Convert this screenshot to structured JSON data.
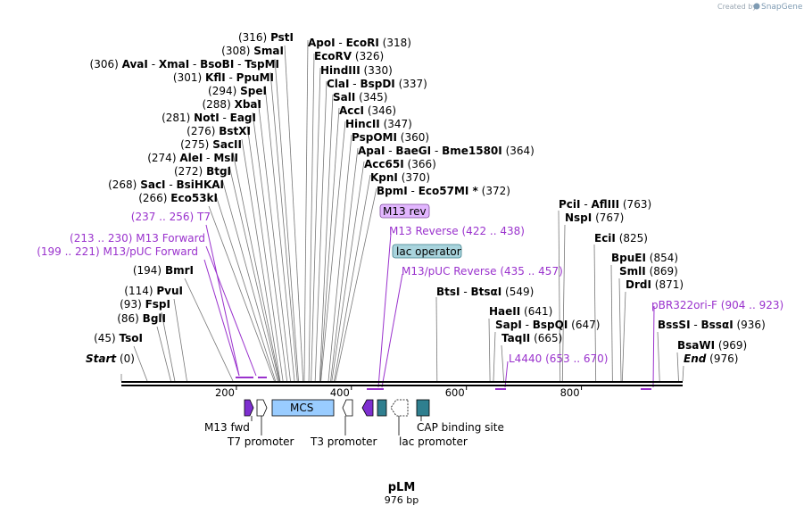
{
  "credit": {
    "prefix": "Created by",
    "brand": "SnapGene"
  },
  "plasmid": {
    "name": "pLM",
    "length_label": "976 bp"
  },
  "colors": {
    "primer": "#9a32cd",
    "mcs": "#99ccff",
    "promoter_fill": "#ffffff",
    "primer_bind_fill": "#7e2fd0",
    "operator_fill": "#2f7f8f",
    "badge_mcs": "#e2b6ff",
    "badge_lac": "#a9d4dd"
  },
  "axis": {
    "ticks": [
      "200",
      "400",
      "600",
      "800"
    ]
  },
  "sites": [
    {
      "pos": 0,
      "parts": [
        {
          "t": "Start",
          "i": true
        }
      ]
    },
    {
      "pos": 45,
      "parts": [
        {
          "t": "TsoI",
          "b": true
        }
      ]
    },
    {
      "pos": 86,
      "parts": [
        {
          "t": "BglI",
          "b": true
        }
      ]
    },
    {
      "pos": 93,
      "parts": [
        {
          "t": "FspI",
          "b": true
        }
      ]
    },
    {
      "pos": 114,
      "parts": [
        {
          "t": "PvuI",
          "b": true
        }
      ]
    },
    {
      "pos": 194,
      "parts": [
        {
          "t": "BmrI",
          "b": true
        }
      ]
    },
    {
      "pos": 266,
      "parts": [
        {
          "t": "Eco53kI",
          "b": true
        }
      ]
    },
    {
      "pos": 268,
      "parts": [
        {
          "t": "SacI",
          "b": true
        },
        {
          "t": " - "
        },
        {
          "t": "BsiHKAI",
          "b": true
        }
      ]
    },
    {
      "pos": 272,
      "parts": [
        {
          "t": "BtgI",
          "b": true
        }
      ]
    },
    {
      "pos": 274,
      "parts": [
        {
          "t": "AleI",
          "b": true
        },
        {
          "t": " - "
        },
        {
          "t": "MslI",
          "b": true
        }
      ]
    },
    {
      "pos": 275,
      "parts": [
        {
          "t": "SacII",
          "b": true
        }
      ]
    },
    {
      "pos": 276,
      "parts": [
        {
          "t": "BstXI",
          "b": true
        }
      ]
    },
    {
      "pos": 281,
      "parts": [
        {
          "t": "NotI",
          "b": true
        },
        {
          "t": " - "
        },
        {
          "t": "EagI",
          "b": true
        }
      ]
    },
    {
      "pos": 288,
      "parts": [
        {
          "t": "XbaI",
          "b": true
        }
      ]
    },
    {
      "pos": 294,
      "parts": [
        {
          "t": "SpeI",
          "b": true
        }
      ]
    },
    {
      "pos": 301,
      "parts": [
        {
          "t": "KflI",
          "b": true
        },
        {
          "t": " - "
        },
        {
          "t": "PpuMI",
          "b": true
        }
      ]
    },
    {
      "pos": 306,
      "parts": [
        {
          "t": "AvaI",
          "b": true
        },
        {
          "t": " - "
        },
        {
          "t": "XmaI",
          "b": true
        },
        {
          "t": " - "
        },
        {
          "t": "BsoBI",
          "b": true
        },
        {
          "t": " - "
        },
        {
          "t": "TspMI",
          "b": true
        }
      ]
    },
    {
      "pos": 308,
      "parts": [
        {
          "t": "SmaI",
          "b": true
        }
      ]
    },
    {
      "pos": 316,
      "parts": [
        {
          "t": "PstI",
          "b": true
        }
      ]
    },
    {
      "pos": 318,
      "parts": [
        {
          "t": "ApoI",
          "b": true
        },
        {
          "t": " - "
        },
        {
          "t": "EcoRI",
          "b": true
        }
      ]
    },
    {
      "pos": 326,
      "parts": [
        {
          "t": "EcoRV",
          "b": true
        }
      ]
    },
    {
      "pos": 330,
      "parts": [
        {
          "t": "HindIII",
          "b": true
        }
      ]
    },
    {
      "pos": 337,
      "parts": [
        {
          "t": "ClaI",
          "b": true
        },
        {
          "t": " - "
        },
        {
          "t": "BspDI",
          "b": true
        }
      ]
    },
    {
      "pos": 345,
      "parts": [
        {
          "t": "SalI",
          "b": true
        }
      ]
    },
    {
      "pos": 346,
      "parts": [
        {
          "t": "AccI",
          "b": true
        }
      ]
    },
    {
      "pos": 347,
      "parts": [
        {
          "t": "HincII",
          "b": true
        }
      ]
    },
    {
      "pos": 360,
      "parts": [
        {
          "t": "PspOMI",
          "b": true
        }
      ]
    },
    {
      "pos": 364,
      "parts": [
        {
          "t": "ApaI",
          "b": true
        },
        {
          "t": " - "
        },
        {
          "t": "BaeGI",
          "b": true
        },
        {
          "t": " - "
        },
        {
          "t": "Bme1580I",
          "b": true
        }
      ]
    },
    {
      "pos": 366,
      "parts": [
        {
          "t": "Acc65I",
          "b": true
        }
      ]
    },
    {
      "pos": 370,
      "parts": [
        {
          "t": "KpnI",
          "b": true
        }
      ]
    },
    {
      "pos": 372,
      "parts": [
        {
          "t": "BpmI",
          "b": true
        },
        {
          "t": " - "
        },
        {
          "t": "Eco57MI *",
          "b": true
        }
      ]
    },
    {
      "pos": 549,
      "parts": [
        {
          "t": "BtsI",
          "b": true
        },
        {
          "t": " - "
        },
        {
          "t": "BtsαI",
          "b": true
        }
      ]
    },
    {
      "pos": 641,
      "parts": [
        {
          "t": "HaeII",
          "b": true
        }
      ]
    },
    {
      "pos": 647,
      "parts": [
        {
          "t": "SapI",
          "b": true
        },
        {
          "t": " - "
        },
        {
          "t": "BspQI",
          "b": true
        }
      ]
    },
    {
      "pos": 665,
      "parts": [
        {
          "t": "TaqII",
          "b": true
        }
      ]
    },
    {
      "pos": 763,
      "parts": [
        {
          "t": "PciI",
          "b": true
        },
        {
          "t": " - "
        },
        {
          "t": "AflIII",
          "b": true
        }
      ]
    },
    {
      "pos": 767,
      "parts": [
        {
          "t": "NspI",
          "b": true
        }
      ]
    },
    {
      "pos": 825,
      "parts": [
        {
          "t": "EciI",
          "b": true
        }
      ]
    },
    {
      "pos": 854,
      "parts": [
        {
          "t": "BpuEI",
          "b": true
        }
      ]
    },
    {
      "pos": 869,
      "parts": [
        {
          "t": "SmlI",
          "b": true
        }
      ]
    },
    {
      "pos": 871,
      "parts": [
        {
          "t": "DrdI",
          "b": true
        }
      ]
    },
    {
      "pos": 936,
      "parts": [
        {
          "t": "BssSI",
          "b": true
        },
        {
          "t": " - "
        },
        {
          "t": "BssαI",
          "b": true
        }
      ]
    },
    {
      "pos": 969,
      "parts": [
        {
          "t": "BsaWI",
          "b": true
        }
      ]
    },
    {
      "pos": 976,
      "parts": [
        {
          "t": "End",
          "i": true
        }
      ]
    }
  ],
  "primers": [
    {
      "name": "T7",
      "range": "(237 .. 256)"
    },
    {
      "name": "M13 Forward",
      "range": "(213 .. 230)"
    },
    {
      "name": "M13/pUC Forward",
      "range": "(199 .. 221)"
    },
    {
      "name": "M13 Reverse",
      "range": "(422 .. 438)"
    },
    {
      "name": "M13/pUC Reverse",
      "range": "(435 .. 457)"
    },
    {
      "name": "L4440",
      "range": "(653 .. 670)"
    },
    {
      "name": "pBR322ori-F",
      "range": "(904 .. 923)"
    }
  ],
  "badges": {
    "m13_rev": "M13 rev",
    "lac_operator": "lac operator"
  },
  "features": {
    "m13_fwd": "M13 fwd",
    "t7_promoter": "T7 promoter",
    "mcs": "MCS",
    "t3_promoter": "T3 promoter",
    "lac_promoter": "lac promoter",
    "cap_site": "CAP binding site"
  }
}
